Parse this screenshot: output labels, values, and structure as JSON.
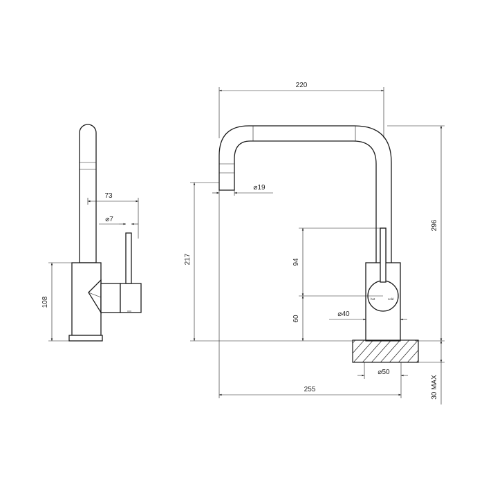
{
  "diagram": {
    "side_view": {
      "dimensions": {
        "spout_offset": "73",
        "handle_diameter": "⌀7",
        "body_height": "108"
      }
    },
    "front_view": {
      "dimensions": {
        "spout_reach": "220",
        "outlet_diameter": "⌀19",
        "outlet_height": "217",
        "overall_height": "296",
        "lever_length": "94",
        "body_center_height": "60",
        "body_diameter": "⌀40",
        "base_diameter": "⌀50",
        "overall_width": "255",
        "max_bench_thickness": "30 MAX"
      },
      "labels": {
        "hot": "hot",
        "cold": "cold"
      }
    }
  }
}
